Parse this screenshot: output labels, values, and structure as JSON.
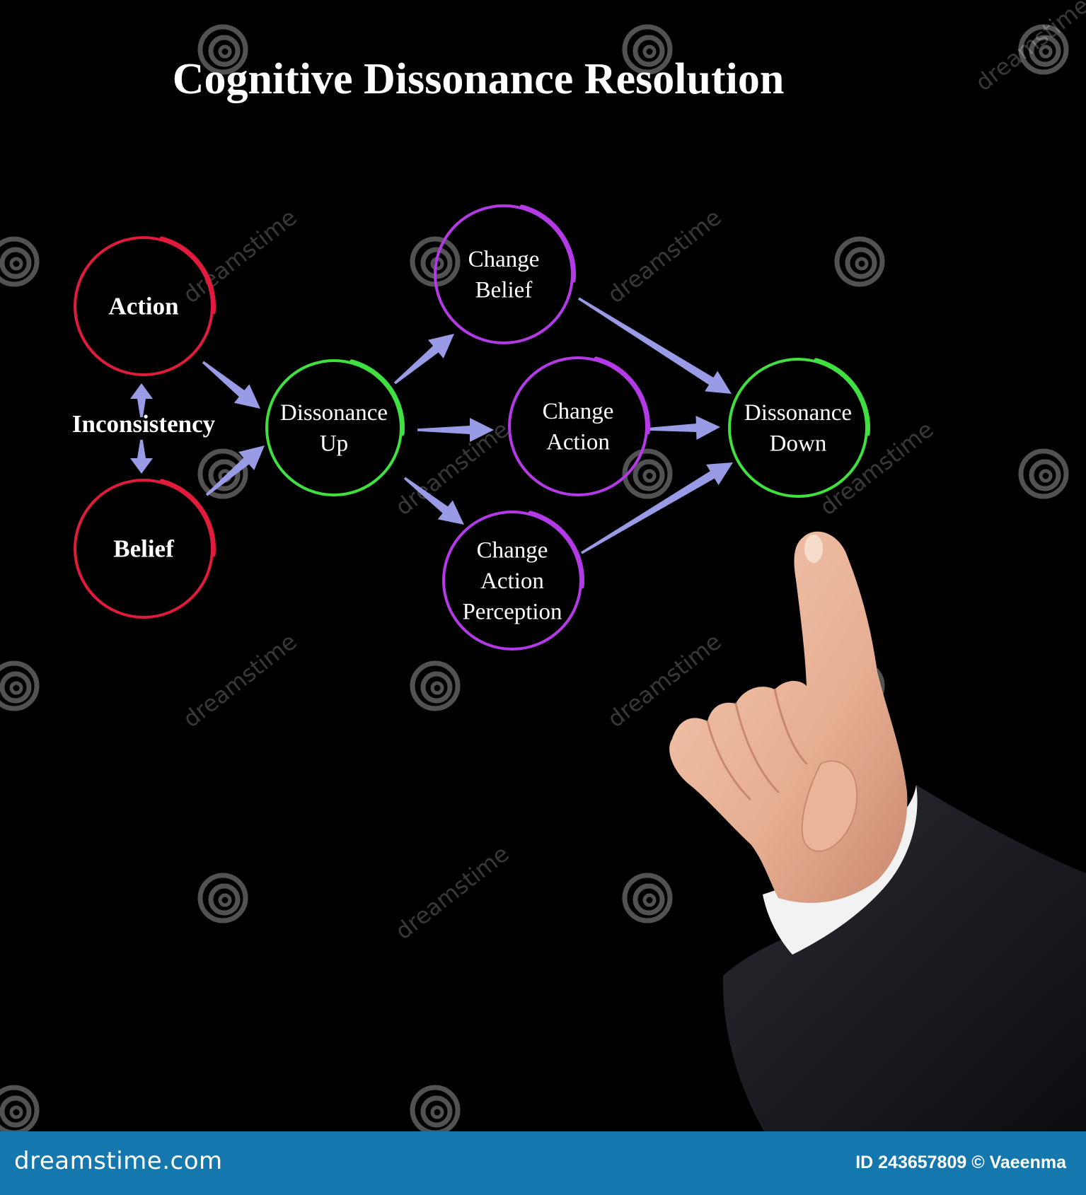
{
  "title": "Cognitive Dissonance Resolution",
  "colors": {
    "background": "#000000",
    "red": "#e01b3c",
    "green": "#3fe03f",
    "purple": "#b43ae8",
    "arrow": "#9a9be6",
    "footer": "#1478ae"
  },
  "nodes": {
    "action": {
      "label": "Action",
      "color": "red"
    },
    "belief": {
      "label": "Belief",
      "color": "red"
    },
    "dissonance_up": {
      "lines": [
        "Dissonance",
        "Up"
      ],
      "color": "green"
    },
    "change_belief": {
      "lines": [
        "Change",
        "Belief"
      ],
      "color": "purple"
    },
    "change_action": {
      "lines": [
        "Change",
        "Action"
      ],
      "color": "purple"
    },
    "change_action_perception": {
      "lines": [
        "Change",
        "Action",
        "Perception"
      ],
      "color": "purple"
    },
    "dissonance_down": {
      "lines": [
        "Dissonance",
        "Down"
      ],
      "color": "green"
    }
  },
  "inconsistency_label": "Inconsistency",
  "edges": [
    {
      "from": "action",
      "to": "dissonance_up"
    },
    {
      "from": "belief",
      "to": "dissonance_up"
    },
    {
      "from": "dissonance_up",
      "to": "change_belief"
    },
    {
      "from": "dissonance_up",
      "to": "change_action"
    },
    {
      "from": "dissonance_up",
      "to": "change_action_perception"
    },
    {
      "from": "change_belief",
      "to": "dissonance_down"
    },
    {
      "from": "change_action",
      "to": "dissonance_down"
    },
    {
      "from": "change_action_perception",
      "to": "dissonance_down"
    },
    {
      "from": "action",
      "to": "belief",
      "bidirectional": true
    }
  ],
  "watermark": {
    "text": "dreamstime",
    "icon": "spiral-logo-icon"
  },
  "footer": {
    "brand": "dreamstime.com",
    "id_text": "ID 243657809 © Vaeenma"
  }
}
